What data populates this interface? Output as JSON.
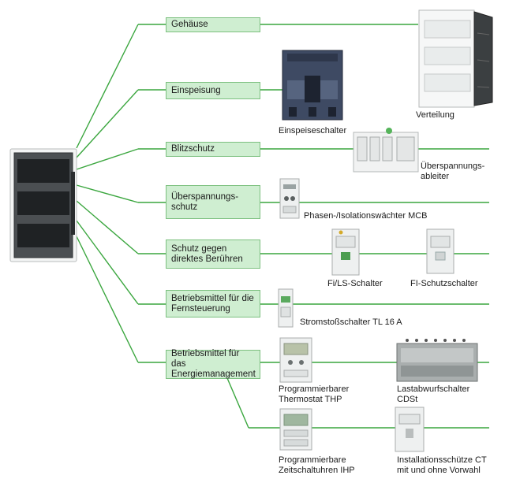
{
  "categories": [
    {
      "text": "Gehäuse"
    },
    {
      "text": "Einspeisung"
    },
    {
      "text": "Blitzschutz"
    },
    {
      "line1": "Überspannungs-",
      "line2": "schutz"
    },
    {
      "line1": "Schutz gegen",
      "line2": "direktes Berühren"
    },
    {
      "line1": "Betriebsmittel für die",
      "line2": "Fernsteuerung"
    },
    {
      "line1": "Betriebsmittel für das",
      "line2": "Energiemanagement"
    }
  ],
  "products": {
    "verteilung": "Verteilung",
    "einspeiseschalter": "Einspeiseschalter",
    "ueberspannungsableiter_1": "Überspannungs-",
    "ueberspannungsableiter_2": "ableiter",
    "phasenwaechter": "Phasen-/Isolationswächter MCB",
    "fi_ls": "Fi/LS-Schalter",
    "fi_schutz": "FI-Schutzschalter",
    "stromstoss": "Stromstoßschalter TL 16 A",
    "thermostat_1": "Programmierbarer",
    "thermostat_2": "Thermostat THP",
    "lastabwurf_1": "Lastabwurfschalter",
    "lastabwurf_2": "CDSt",
    "zeitschalt_1": "Programmierbare",
    "zeitschalt_2": "Zeitschaltuhren IHP",
    "schuetz_1": "Installationsschütze CT",
    "schuetz_2": "mit und ohne Vorwahl"
  },
  "colors": {
    "connector": "#3aa63e",
    "box_fill": "#cfeed1",
    "box_border": "#7cc07f"
  }
}
